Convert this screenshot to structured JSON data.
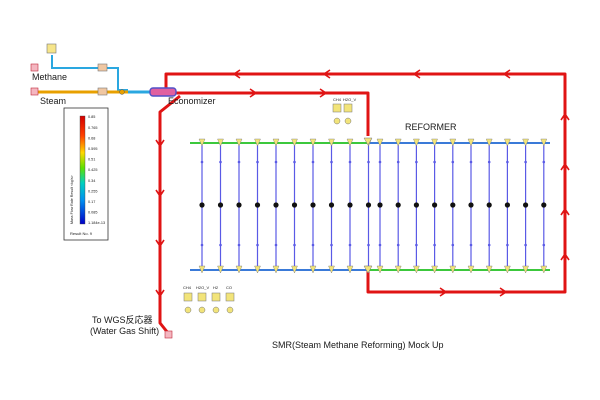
{
  "labels": {
    "methane": "Methane",
    "steam": "Steam",
    "economizer": "Economizer",
    "reformer": "REFORMER",
    "to_wgs": "To WGS反応器",
    "water_gas_shift": "(Water Gas Shift)",
    "caption": "SMR(Steam Methane Reforming) Mock Up"
  },
  "top_meters": [
    "CH4",
    "H2O_V"
  ],
  "bottom_meters": [
    "CH4",
    "H2O_V",
    "H2",
    "CO"
  ],
  "legend": {
    "title": "Mass Flow Rate Result <kg/s>",
    "ticks": [
      "0.85",
      "0.765",
      "0.68",
      "0.595",
      "0.51",
      "0.425",
      "0.34",
      "0.255",
      "0.17",
      "0.085",
      "1.184e-13"
    ],
    "result": "Result No. 9"
  },
  "colors": {
    "pipe_main": "#e01414",
    "pipe_inlet": "#2aa7e0",
    "header_green": "#3cc83c",
    "header_blue": "#3a7ad8",
    "tube_blue": "#5a5ae6"
  }
}
